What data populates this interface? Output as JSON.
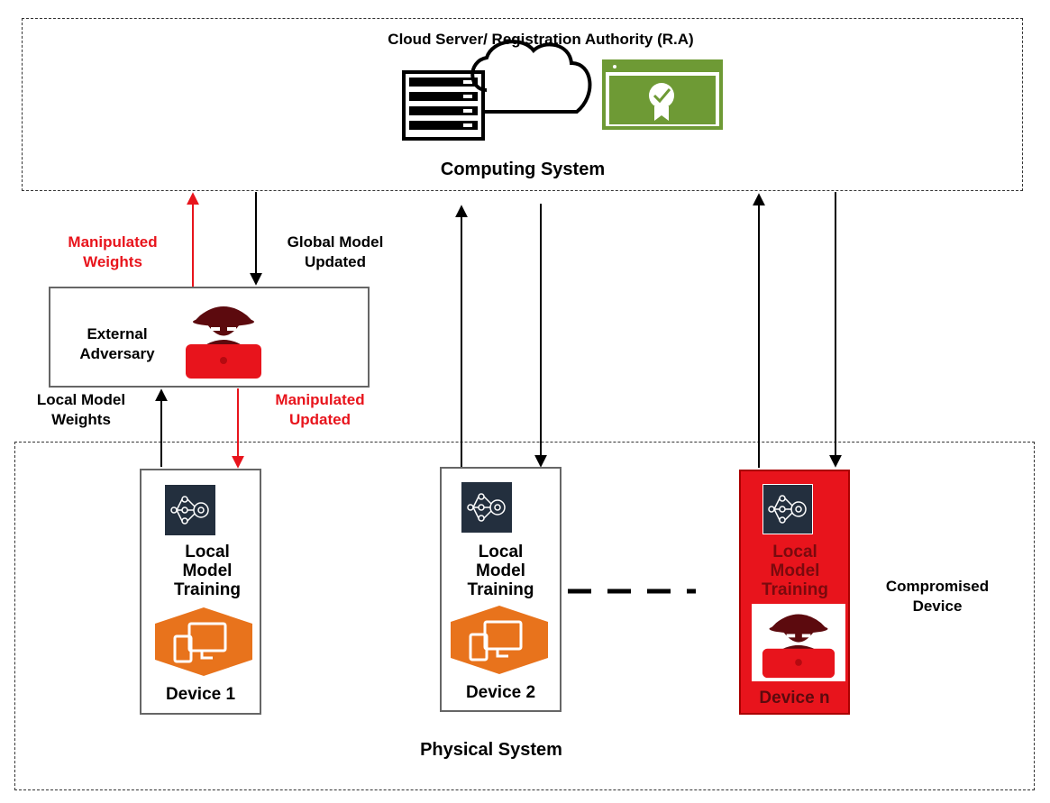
{
  "computing_system": {
    "header": "Cloud Server/ Registration Authority (R.A)",
    "title": "Computing System"
  },
  "physical_system": {
    "title": "Physical System"
  },
  "adversary": {
    "label_line1": "External",
    "label_line2": "Adversary"
  },
  "flows": {
    "manipulated_weights_line1": "Manipulated",
    "manipulated_weights_line2": "Weights",
    "global_model_line1": "Global Model",
    "global_model_line2": "Updated",
    "local_weights_line1": "Local Model",
    "local_weights_line2": "Weights",
    "manipulated_updated_line1": "Manipulated",
    "manipulated_updated_line2": "Updated"
  },
  "devices": [
    {
      "training_line1": "Local",
      "training_line2": "Model",
      "training_line3": "Training",
      "name": "Device 1"
    },
    {
      "training_line1": "Local",
      "training_line2": "Model",
      "training_line3": "Training",
      "name": "Device 2"
    },
    {
      "training_line1": "Local",
      "training_line2": "Model",
      "training_line3": "Training",
      "name": "Device n"
    }
  ],
  "compromised": {
    "line1": "Compromised",
    "line2": "Device"
  },
  "colors": {
    "attack_red": "#e8141c",
    "ml_icon_bg": "#232f3e",
    "device_orange": "#e8731c",
    "certificate_green": "#6e9a35",
    "hacker_dark_red": "#5c0a0e"
  }
}
